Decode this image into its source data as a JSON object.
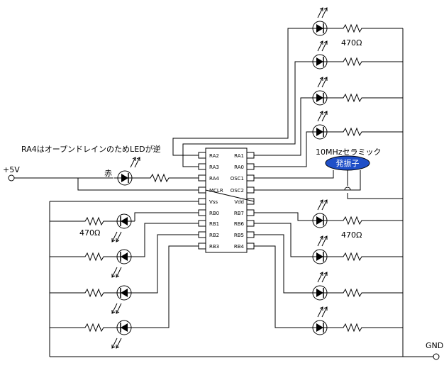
{
  "labels": {
    "vplus": "+5V",
    "gnd": "GND",
    "note": "RA4はオープンドレインのためLEDが逆",
    "red": "赤",
    "resonator_title": "10MHzセラミック",
    "resonator_body": "発振子",
    "res_top": "470Ω",
    "res_left": "470Ω",
    "res_right": "470Ω"
  },
  "chip": {
    "left_pins": [
      "RA2",
      "RA3",
      "RA4",
      "MCLR",
      "Vss",
      "RB0",
      "RB1",
      "RB2",
      "RB3"
    ],
    "right_pins": [
      "RA1",
      "RA0",
      "OSC1",
      "OSC2",
      "Vdd",
      "RB7",
      "RB6",
      "RB5",
      "RB4"
    ]
  }
}
